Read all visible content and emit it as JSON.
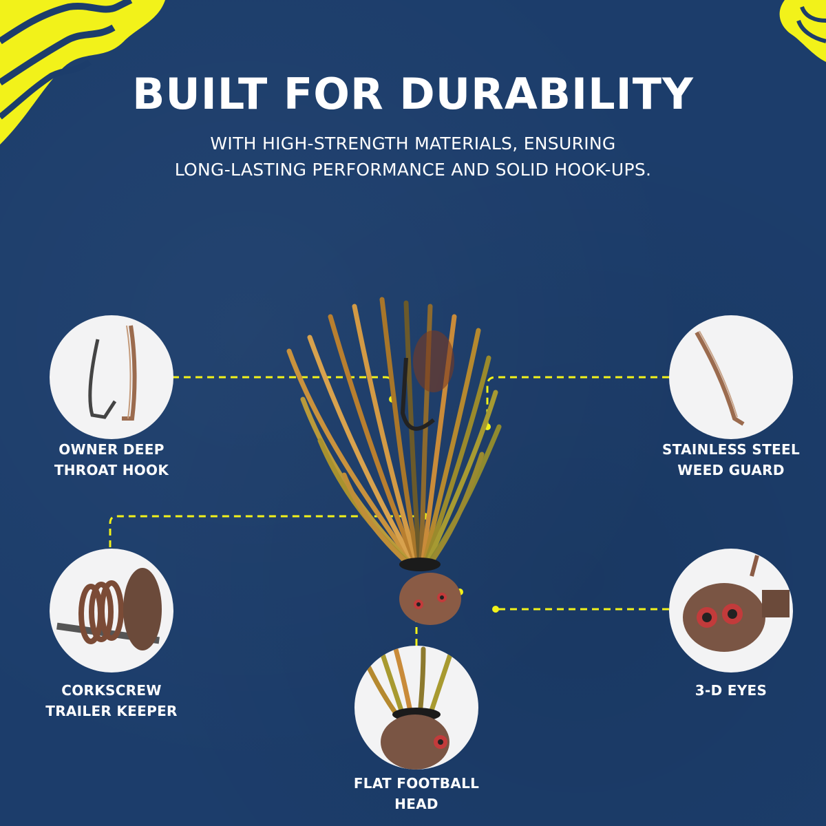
{
  "header": {
    "title": "BUILT FOR DURABILITY",
    "subtitle_line1": "WITH HIGH-STRENGTH MATERIALS, ENSURING",
    "subtitle_line2": "LONG-LASTING PERFORMANCE AND SOLID HOOK-UPS."
  },
  "features": {
    "hook": {
      "line1": "OWNER DEEP",
      "line2": "THROAT HOOK"
    },
    "weed_guard": {
      "line1": "STAINLESS STEEL",
      "line2": "WEED GUARD"
    },
    "trailer_keeper": {
      "line1": "CORKSCREW",
      "line2": "TRAILER KEEPER"
    },
    "eyes": {
      "line1": "3-D EYES"
    },
    "head": {
      "line1": "FLAT FOOTBALL",
      "line2": "HEAD"
    }
  },
  "colors": {
    "background": "#1c3d6b",
    "accent": "#f2f21a",
    "text": "#ffffff"
  }
}
